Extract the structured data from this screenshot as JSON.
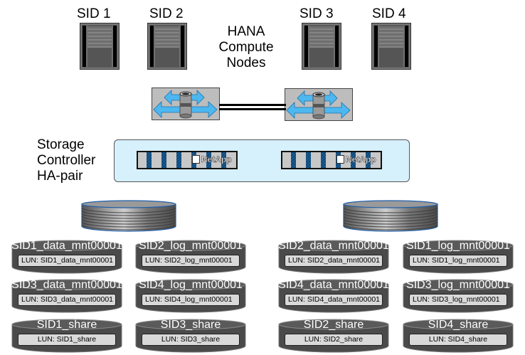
{
  "compute": {
    "title_lines": [
      "HANA",
      "Compute",
      "Nodes"
    ],
    "nodes": [
      {
        "label": "SID 1"
      },
      {
        "label": "SID 2"
      },
      {
        "label": "SID 3"
      },
      {
        "label": "SID 4"
      }
    ]
  },
  "network": {
    "switches": [
      {
        "name": "switch-1"
      },
      {
        "name": "switch-2"
      }
    ],
    "arrow_color": "#4db8f0"
  },
  "storage": {
    "title_lines": [
      "Storage",
      "Controller",
      "HA-pair"
    ],
    "controllers": [
      {
        "brand": "NetApp"
      },
      {
        "brand": "NetApp"
      }
    ],
    "panel_color": "#d6f0fc"
  },
  "aggregates": [
    {
      "volumes": [
        {
          "name": "SID1_data_mnt00001",
          "lun": "LUN: SID1_data_mnt00001"
        },
        {
          "name": "SID2_log_mnt00001",
          "lun": "LUN: SID2_log_mnt00001"
        },
        {
          "name": "SID3_data_mnt00001",
          "lun": "LUN: SID3_data_mnt00001"
        },
        {
          "name": "SID4_log_mnt00001",
          "lun": "LUN: SID4_log_mnt00001"
        },
        {
          "name": "SID1_share",
          "lun": "LUN: SID1_share"
        },
        {
          "name": "SID3_share",
          "lun": "LUN: SID3_share"
        }
      ]
    },
    {
      "volumes": [
        {
          "name": "SID2_data_mnt00001",
          "lun": "LUN: SID2_data_mnt00001"
        },
        {
          "name": "SID1_log_mnt00001",
          "lun": "LUN: SID1_log_mnt00001"
        },
        {
          "name": "SID4_data_mnt00001",
          "lun": "LUN: SID4_data_mnt00001"
        },
        {
          "name": "SID3_log_mnt00001",
          "lun": "LUN: SID3_log_mnt00001"
        },
        {
          "name": "SID2_share",
          "lun": "LUN: SID2_share"
        },
        {
          "name": "SID4_share",
          "lun": "LUN: SID4_share"
        }
      ]
    }
  ]
}
